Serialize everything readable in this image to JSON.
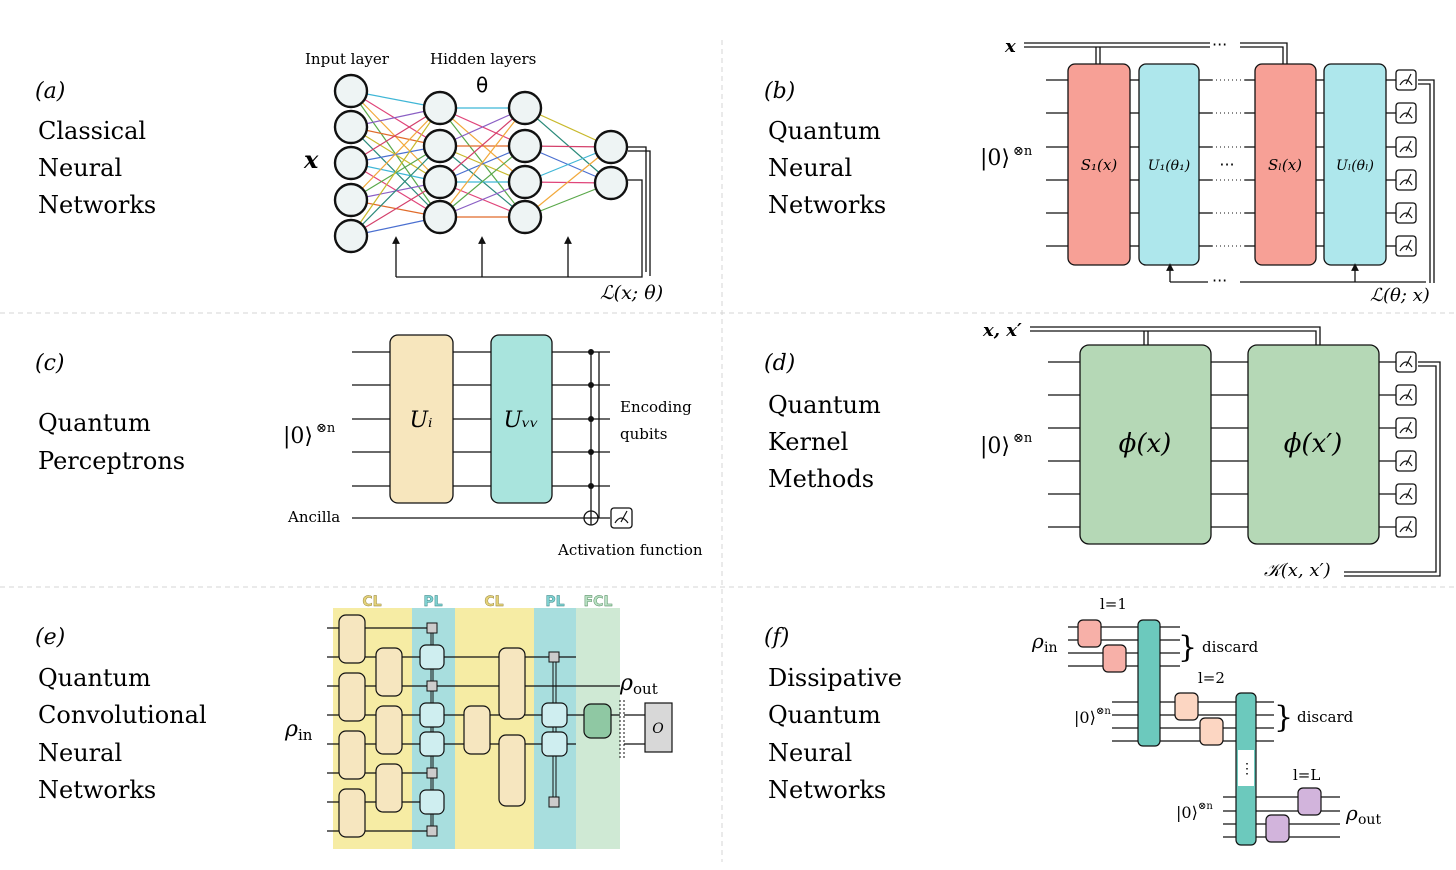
{
  "colors": {
    "encoding_red": "#f7a096",
    "variational_cyan": "#aee7ec",
    "perceptron_yellow": "#f7e6bd",
    "perceptron_teal": "#a9e4dd",
    "kernel_green": "#b5d8b6",
    "cl_band": "#f6eca4",
    "pl_band": "#a8dede",
    "fcl_band": "#cfe9d4",
    "dqnn_teal": "#6cc9bd",
    "dqnn_pink": "#f7b0a8",
    "dqnn_peach": "#fcd6c2",
    "dqnn_purple": "#d2b4dc"
  },
  "panels": {
    "a": {
      "tag": "(a)",
      "title_lines": [
        "Classical",
        "Neural",
        "Networks"
      ],
      "input_layer": "Input layer",
      "hidden_layers": "Hidden layers",
      "theta": "θ",
      "x": "x",
      "loss": "ℒ(x; θ)"
    },
    "b": {
      "tag": "(b)",
      "title_lines": [
        "Quantum",
        "Neural",
        "Networks"
      ],
      "x": "x",
      "dots": "···",
      "ket": "|0⟩",
      "ket_sup": "⊗n",
      "s1": "S₁(x)",
      "u1": "U₁(θ₁)",
      "sl": "Sₗ(x)",
      "ul": "Uₗ(θₗ)",
      "loss": "ℒ(θ; x)"
    },
    "c": {
      "tag": "(c)",
      "title_lines": [
        "Quantum",
        "Perceptrons"
      ],
      "ket": "|0⟩",
      "ket_sup": "⊗n",
      "ui": "Uᵢ",
      "uw": "Uᵥᵥ",
      "encoding": "Encoding",
      "qubits": "qubits",
      "ancilla": "Ancilla",
      "activation": "Activation function"
    },
    "d": {
      "tag": "(d)",
      "title_lines": [
        "Quantum",
        "Kernel",
        "Methods"
      ],
      "xx": "x, x′",
      "ket": "|0⟩",
      "ket_sup": "⊗n",
      "phi1": "ϕ(x)",
      "phi2": "ϕ(x′)",
      "kernel": "𝒦(x, x′)"
    },
    "e": {
      "tag": "(e)",
      "title_lines": [
        "Quantum",
        "Convolutional",
        "Neural",
        "Networks"
      ],
      "bands": [
        "CL",
        "PL",
        "CL",
        "PL",
        "FCL"
      ],
      "rho_in": "ρ",
      "rho_in_sub": "in",
      "rho_out": "ρ",
      "rho_out_sub": "out",
      "o": "O"
    },
    "f": {
      "tag": "(f)",
      "title_lines": [
        "Dissipative",
        "Quantum",
        "Neural",
        "Networks"
      ],
      "l1": "l=1",
      "l2": "l=2",
      "ll": "l=L",
      "discard": "discard",
      "rho_in": "ρ",
      "rho_in_sub": "in",
      "rho_out": "ρ",
      "rho_out_sub": "out",
      "ket": "|0⟩",
      "ket_sup": "⊗n",
      "vdots": "⋮"
    }
  }
}
